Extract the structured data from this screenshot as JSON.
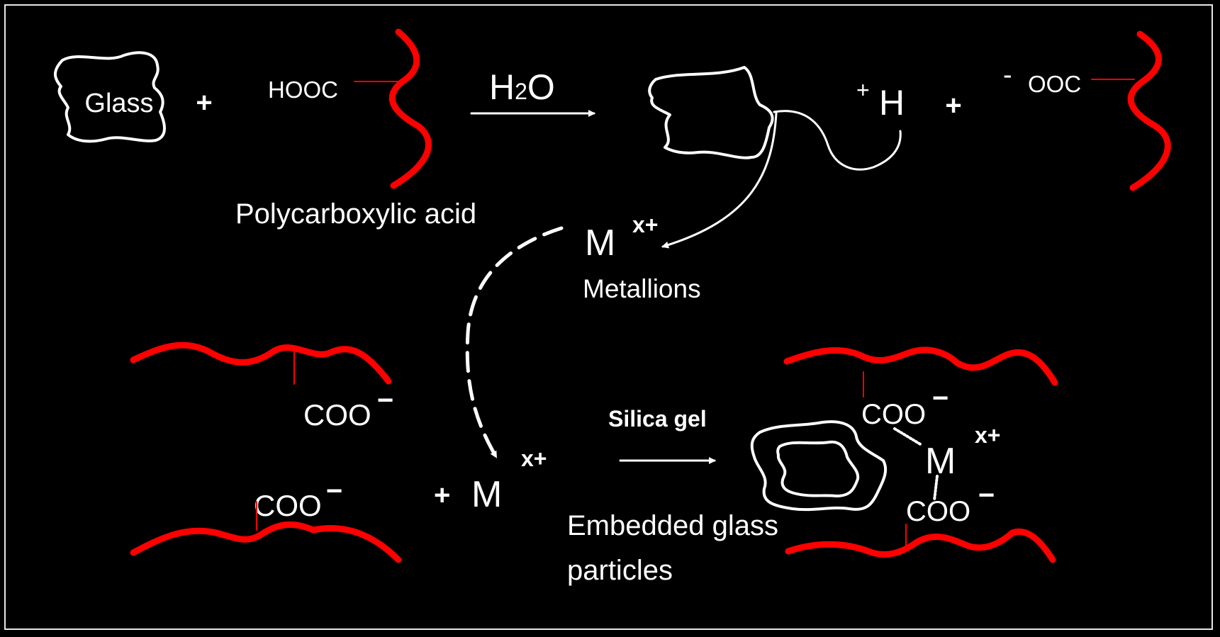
{
  "colors": {
    "background": "#000000",
    "polymer": "#ff0000",
    "drawing": "#ffffff"
  },
  "labels": {
    "glass": "Glass",
    "plus": "+",
    "hooc": "HOOC",
    "h2o_h": "H",
    "h2o_sub": "2",
    "h2o_o": "O",
    "h_plus_sign": "+",
    "h": "H",
    "minus": "-",
    "ooc": "OOC",
    "polycarboxylic_acid": "Polycarboxylic acid",
    "m": "M",
    "x_plus": "x+",
    "metallions": "Metallions",
    "coo": "COO",
    "coo_minus": "−",
    "silica_gel": "Silica gel",
    "embedded_line1": "Embedded glass",
    "embedded_line2": "particles"
  }
}
